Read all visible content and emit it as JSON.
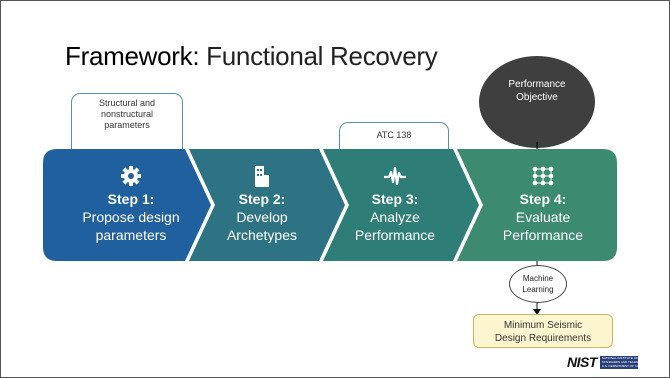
{
  "title": {
    "strong": "Framework:",
    "rest": " Functional Recovery"
  },
  "tags": {
    "params": [
      "Structural and",
      "nonstructural",
      "parameters"
    ],
    "atc": "ATC 138"
  },
  "performance_objective": [
    "Performance",
    "Objective"
  ],
  "steps": [
    {
      "name": "Step 1:",
      "desc": [
        "Propose design",
        "parameters"
      ],
      "icon": "gear-icon",
      "color": "#21609e"
    },
    {
      "name": "Step 2:",
      "desc": [
        "Develop",
        "Archetypes"
      ],
      "icon": "building-icon",
      "color": "#2d7384"
    },
    {
      "name": "Step 3:",
      "desc": [
        "Analyze",
        "Performance"
      ],
      "icon": "waveform-icon",
      "color": "#2e7d76"
    },
    {
      "name": "Step 4:",
      "desc": [
        "Evaluate",
        "Performance"
      ],
      "icon": "network-grid-icon",
      "color": "#3c8a6f"
    }
  ],
  "machine_learning": [
    "Machine",
    "Learning"
  ],
  "minimum_requirements": [
    "Minimum Seismic",
    "Design Requirements"
  ],
  "logo": {
    "mark": "NIST",
    "sub": [
      "NATIONAL INSTITUTE OF",
      "STANDARDS AND TECHNOLOGY",
      "U.S. DEPARTMENT OF COMMERCE"
    ]
  }
}
